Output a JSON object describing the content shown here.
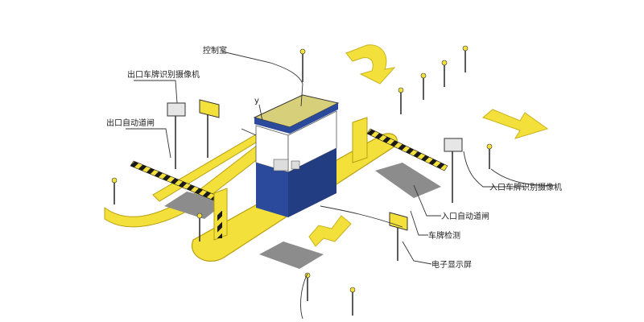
{
  "labels": {
    "control_room": "控制室",
    "exit_camera": "出口车牌识别摄像机",
    "exit_gate": "出口自动道闸",
    "entry_camera": "入口车牌识别摄像机",
    "entry_gate": "入口自动道闸",
    "plate_detection": "车牌检测",
    "display_screen": "电子显示屏",
    "booth_marker": "y"
  },
  "colors": {
    "island": "#f4e03a",
    "island_edge": "#b89f10",
    "booth_body": "#2c4a9c",
    "booth_roof": "#d8cf7a",
    "arrow": "#f4e03a",
    "detector": "#8c8c8c",
    "barrier_stripe": "#1a1a1a"
  },
  "icons": [
    "arrow-right-icon",
    "arrow-up-right-icon",
    "arrow-down-icon"
  ]
}
